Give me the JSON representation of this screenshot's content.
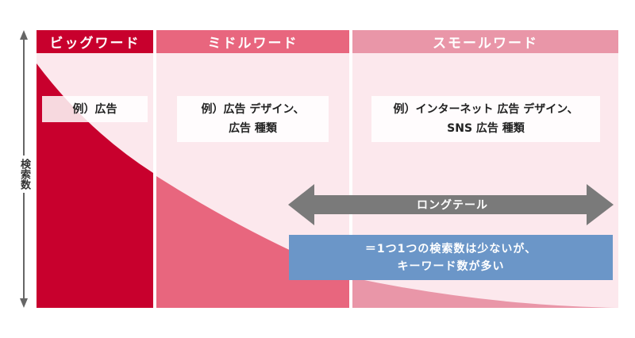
{
  "axis": {
    "label": "検索数",
    "color": "#666666"
  },
  "columns": [
    {
      "title": "ビッグワード",
      "header_color": "#c8002d",
      "area_color": "#c8002d",
      "example_lines": [
        "例）広告"
      ]
    },
    {
      "title": "ミドルワード",
      "header_color": "#e8667e",
      "area_color": "#e8667e",
      "example_lines": [
        "例）広告 デザイン、",
        "広告 種類"
      ]
    },
    {
      "title": "スモールワード",
      "header_color": "#e996a8",
      "area_color": "#e996a8",
      "example_lines": [
        "例）インターネット 広告 デザイン、",
        "SNS 広告 種類"
      ]
    }
  ],
  "background_color": "#fce8ed",
  "longtail": {
    "label": "ロングテール",
    "color": "#7a7a7a"
  },
  "note": {
    "lines": [
      "＝1つ1つの検索数は少ないが、",
      "キーワード数が多い"
    ],
    "color": "#6b96c8"
  }
}
